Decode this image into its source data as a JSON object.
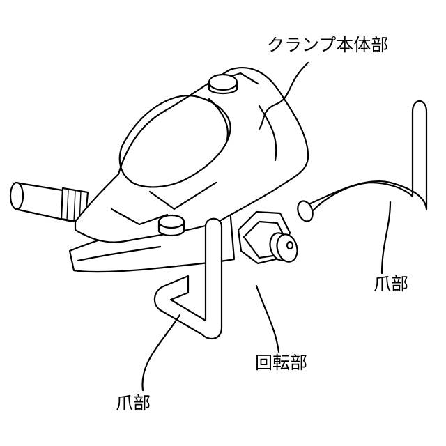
{
  "labels": {
    "clamp_body": "クランプ本体部",
    "claw_right": "爪部",
    "rotary": "回転部",
    "claw_left": "爪部"
  },
  "colors": {
    "line": "#000000",
    "background": "#ffffff"
  }
}
